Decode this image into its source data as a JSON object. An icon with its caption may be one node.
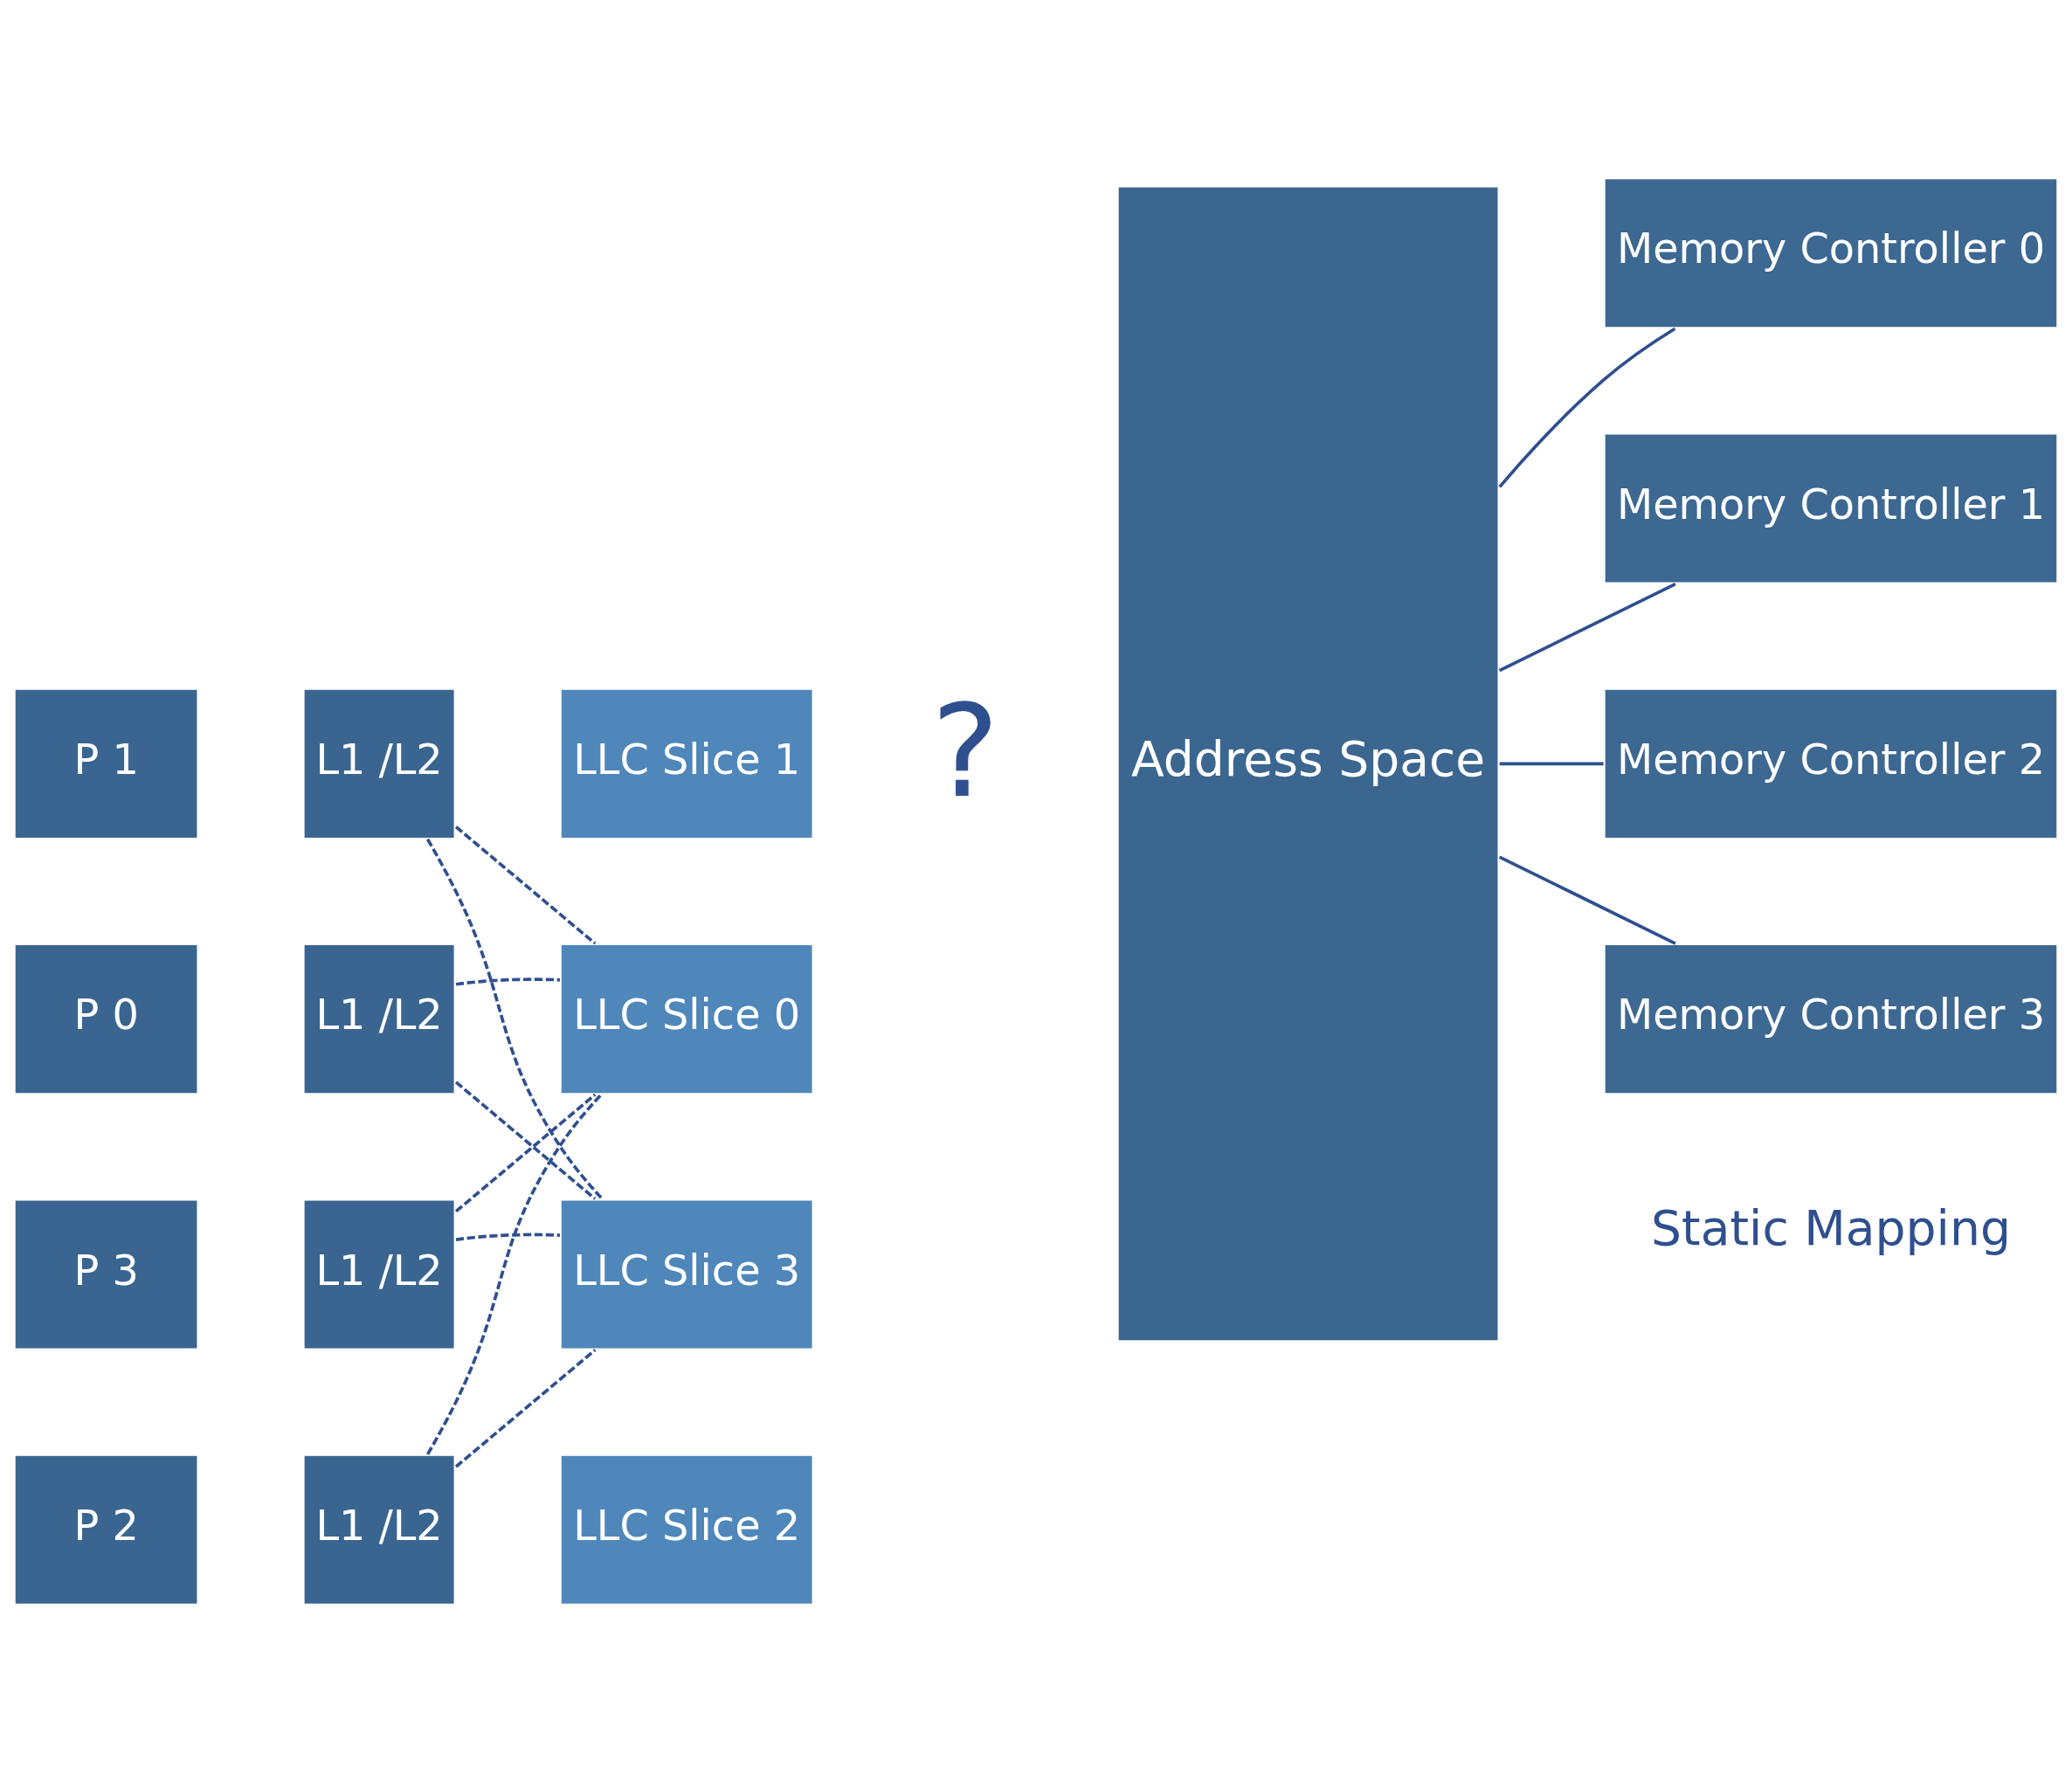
{
  "diagram": {
    "nodes": [
      {
        "text": [
          "P 0"
        ]
      },
      {
        "text": [
          "L1 /L2"
        ]
      },
      {
        "text": [
          "LLC Slice 0"
        ]
      },
      {
        "text": [
          "P 1"
        ]
      },
      {
        "text": [
          "L1 /L2"
        ]
      },
      {
        "text": [
          "LLC Slice 1"
        ]
      },
      {
        "text": [
          "P 2"
        ]
      },
      {
        "text": [
          "L1 /L2"
        ]
      },
      {
        "text": [
          "LLC Slice 2"
        ]
      },
      {
        "text": [
          "P 3"
        ]
      },
      {
        "text": [
          "L1 /L2"
        ]
      },
      {
        "text": [
          "LLC Slice 3"
        ]
      },
      {
        "text": [
          "Address Space"
        ]
      },
      {
        "text": [
          "Memory Controller 0"
        ]
      },
      {
        "text": [
          "Memory Controller 1"
        ]
      },
      {
        "text": [
          "Memory Controller 2"
        ]
      },
      {
        "text": [
          "Memory Controller 3"
        ]
      }
    ],
    "edges": [
      {
        "from": 1,
        "to": 2,
        "arrow": "none",
        "style": "dashed"
      },
      {
        "from": 1,
        "to": 11,
        "arrow": "none",
        "style": "dashed"
      },
      {
        "from": 4,
        "to": 2,
        "arrow": "none",
        "style": "dashed"
      },
      {
        "from": 4,
        "to": 11,
        "arrow": "none",
        "style": "dashed"
      },
      {
        "from": 7,
        "to": 2,
        "arrow": "none",
        "style": "dashed"
      },
      {
        "from": 7,
        "to": 11,
        "arrow": "none",
        "style": "dashed"
      },
      {
        "from": 10,
        "to": 2,
        "arrow": "none",
        "style": "dashed"
      },
      {
        "from": 10,
        "to": 11,
        "arrow": "none",
        "style": "dashed"
      },
      {
        "from": 12,
        "to": 13,
        "arrow": "none"
      },
      {
        "from": 12,
        "to": 14,
        "arrow": "none"
      },
      {
        "from": 12,
        "to": 15,
        "arrow": "none"
      },
      {
        "from": 12,
        "to": 16,
        "arrow": "none"
      }
    ],
    "labels": [
      "?",
      "Static Mapping"
    ]
  }
}
